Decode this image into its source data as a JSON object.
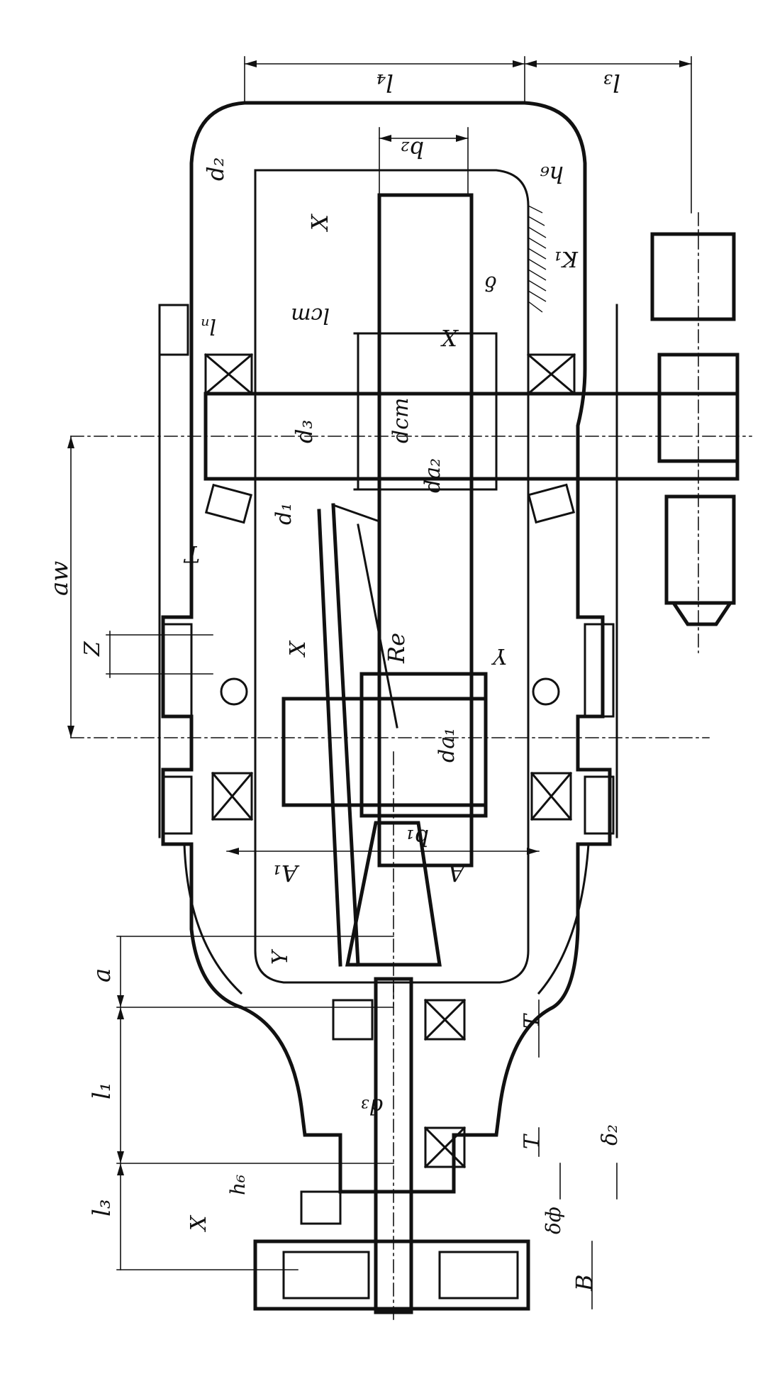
{
  "drawing": {
    "labels": {
      "l4": "l₄",
      "l3_top": "l₃",
      "d2": "d₂",
      "b2": "b₂",
      "h6_top": "h₆",
      "X_1": "X",
      "K1": "K₁",
      "delta": "δ",
      "ln": "lₙ",
      "lcm": "lcm",
      "X_2": "X",
      "d3": "d₃",
      "dcm": "dcm",
      "da2": "da₂",
      "d1": "d₁",
      "T_1": "T",
      "aw": "aw",
      "Z": "Z",
      "X_3": "X",
      "Re": "Re",
      "Y_1": "Y",
      "da1": "da₁",
      "b1": "b₁",
      "A1": "A₁",
      "A": "A",
      "a": "a",
      "Y_2": "Y",
      "T_2": "T",
      "l1": "l₁",
      "d3_bottom": "d₃",
      "delta2": "δ₂",
      "T_3": "T",
      "l3_bottom": "l₃",
      "h6_bottom": "h₆",
      "delta_phi": "δф",
      "X_4": "X",
      "B": "B"
    }
  }
}
